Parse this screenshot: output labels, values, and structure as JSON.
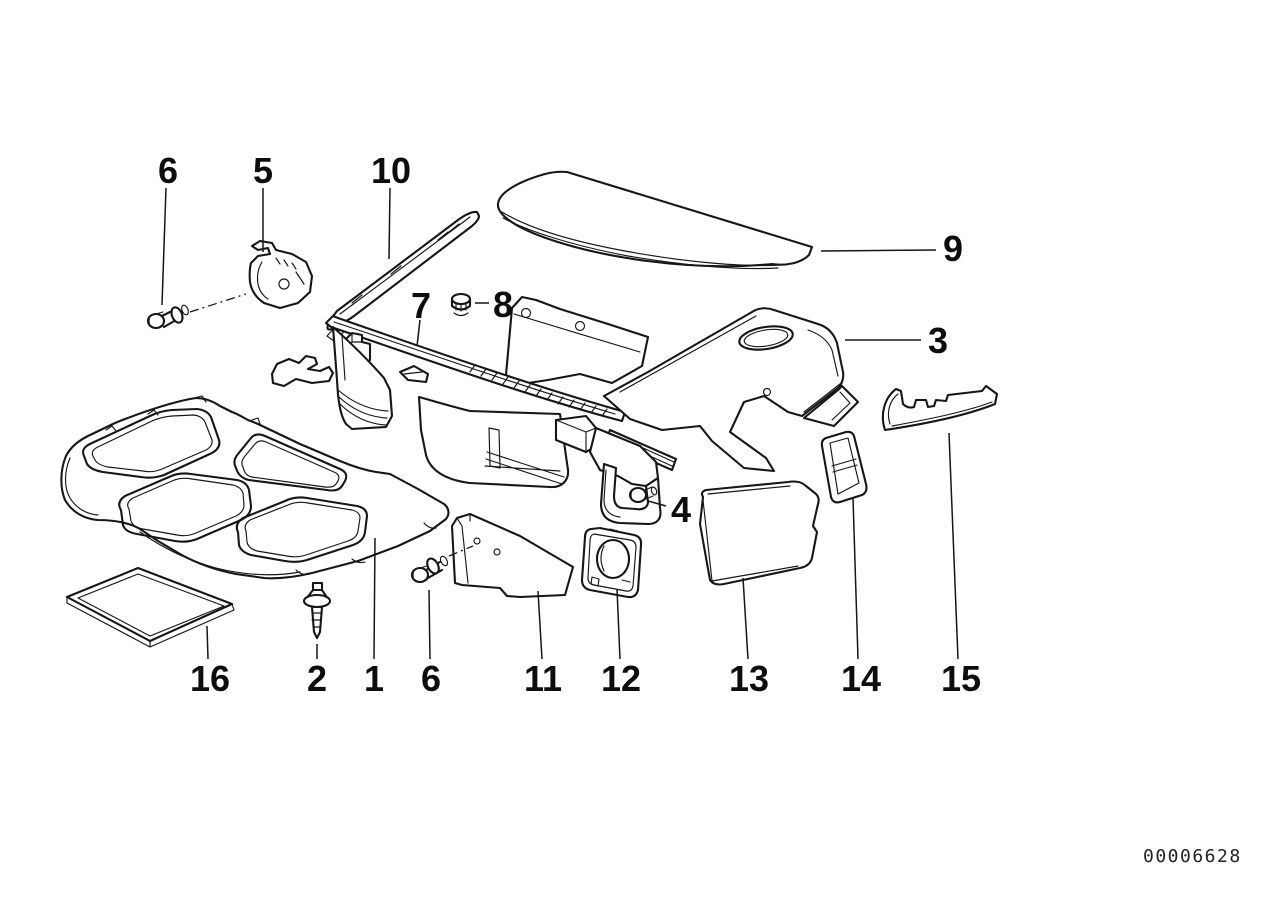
{
  "figure": {
    "doc_number": "00006628",
    "callouts": [
      {
        "id": "6-top",
        "label": "6"
      },
      {
        "id": "5",
        "label": "5"
      },
      {
        "id": "10",
        "label": "10"
      },
      {
        "id": "7",
        "label": "7"
      },
      {
        "id": "8",
        "label": "8"
      },
      {
        "id": "9",
        "label": "9"
      },
      {
        "id": "3",
        "label": "3"
      },
      {
        "id": "4",
        "label": "4"
      },
      {
        "id": "16",
        "label": "16"
      },
      {
        "id": "2",
        "label": "2"
      },
      {
        "id": "1",
        "label": "1"
      },
      {
        "id": "6-bottom",
        "label": "6"
      },
      {
        "id": "11",
        "label": "11"
      },
      {
        "id": "12",
        "label": "12"
      },
      {
        "id": "13",
        "label": "13"
      },
      {
        "id": "14",
        "label": "14"
      },
      {
        "id": "15",
        "label": "15"
      }
    ]
  }
}
